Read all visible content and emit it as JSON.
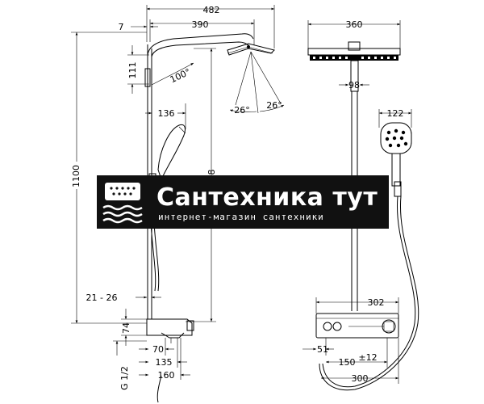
{
  "dimensions": {
    "total_width": "482",
    "arm_length": "390",
    "offset_top": "7",
    "top_drop": "111",
    "arm_angle": "100°",
    "spray_left": "26°",
    "spray_right": "26°",
    "handshower_width": "136",
    "total_height": "1100",
    "mid_height": "8",
    "wall_offset": "21 - 26",
    "thermostat_height": "74",
    "thread": "G 1/2",
    "inner_70": "70",
    "inner_135": "135",
    "inner_160": "160",
    "head_diameter": "360",
    "connector_98": "98",
    "hand_head_122": "122",
    "thermo_width": "302",
    "spacing_51": "51",
    "centers": "150",
    "centers_tol": "±12",
    "bottom_300": "300"
  },
  "watermark": {
    "title": "Сантехника тут",
    "subtitle": "интернет-магазин сантехники"
  }
}
